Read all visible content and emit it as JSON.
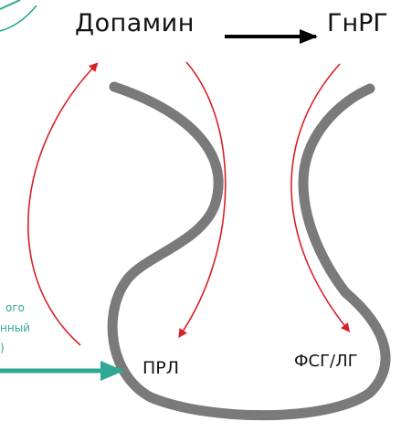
{
  "labels": {
    "dopamine": "Допамин",
    "gnrh": "ГнРГ",
    "prl": "ПРЛ",
    "fsh_lh": "ФСГ/ЛГ"
  },
  "side_text": {
    "line1": "ого",
    "line2": "нный",
    "line3": ")"
  },
  "colors": {
    "feedback_arrow": "#d81f26",
    "stimulus_arrow": "#2fa792",
    "pituitary_outline": "#7a7a7a",
    "main_arrow": "#000000",
    "side_text": "#2fa792"
  }
}
